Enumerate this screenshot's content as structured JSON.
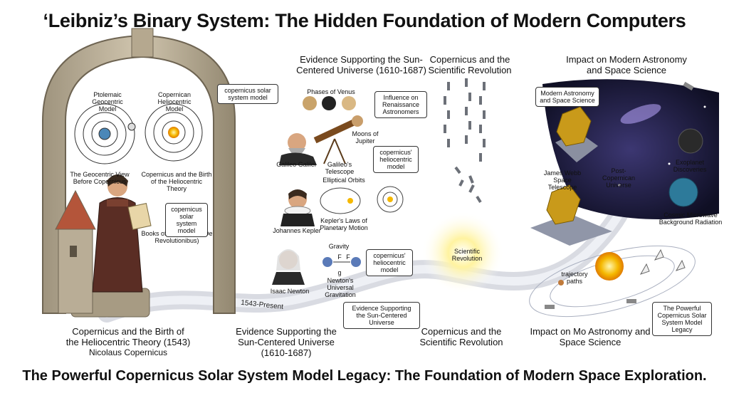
{
  "title": "‘Leibniz’s Binary System: The Hidden Foundation of Modern Computers",
  "footer": "The Powerful Copernicus Solar System Model Legacy: The Foundation of Modern Space Exploration.",
  "headers": {
    "evidence": "Evidence Supporting the Sun-Centered Universe (1610-1687)",
    "revolution": "Copernicus and the Scientific Revolution",
    "impact": "Impact on Modern Astronomy and Space Science"
  },
  "captions": {
    "birth_line1": "Copernicus and the Birth of",
    "birth_line2": "the Heliocentric Theory (1543)",
    "birth_name": "Nicolaus Copernicus",
    "evidence": "Evidence Supporting the Sun-Centered Universe (1610-1687)",
    "revolution": "Copernicus and the Scientific Revolution",
    "impact": "Impact on Mo Astronomy and Space Science"
  },
  "labels": {
    "ptolemaic": "Ptolemaic Geocentric Model",
    "copernican": "Copernican Heliocentric Model",
    "geo_view": "The Geocentric View Before Copernicus",
    "birth_helio": "Copernicus and the Birth of the Heliocentric Theory",
    "books": "Books of Copernicus (De Revolutionibus)",
    "phases": "Phases of Venus",
    "moons": "Moons of Jupiter",
    "galileo": "Galileo Galilei",
    "telescope": "Galileo's Telescope",
    "elliptical": "Elliptical Orbits",
    "kepler": "Johannes Kepler",
    "kepler_laws": "Kepler's Laws of Planetary Motion",
    "gravity": "Gravity",
    "newton": "Isaac Newton",
    "newton_law": "Newton's Universal Gravitation",
    "timeline": "1543-Present",
    "sci_rev": "Scientific Revolution",
    "jwst": "James Webb Space Telescope",
    "post": "Post-Copernican Universe",
    "exoplanet": "Exoplanet Discoveries",
    "cmb": "Cosmic Microwave Background Radiation",
    "trajectory": "trajectory paths",
    "formula_f1": "F",
    "formula_f2": "F",
    "formula_g": "g"
  },
  "boxes": {
    "solar1": "copernicus solar system model",
    "solar2": "copernicus solar system model",
    "influence": "Influence on Renaissance Astronomers",
    "helio1": "copernicus' heliocentric model",
    "helio2": "copernicus' heliocentric model",
    "evidence": "Evidence Supporting the Sun-Centered Universe",
    "modern": "Modern Astronomy and Space Science",
    "legacy": "The Powerful Copernicus Solar System Model Legacy"
  },
  "colors": {
    "stone": "#b9ad96",
    "sun": "#f5b800",
    "space": "#1b1a3a",
    "path": "#c9ccd6"
  }
}
